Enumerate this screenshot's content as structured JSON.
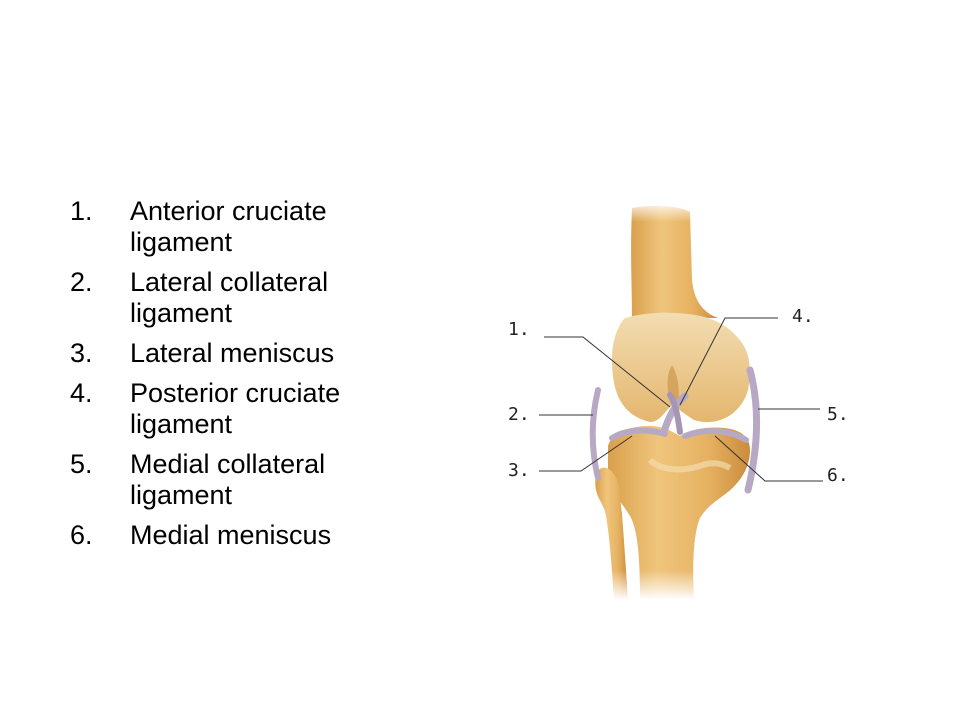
{
  "legend": {
    "items": [
      {
        "number": "1.",
        "text": "Anterior cruciate ligament"
      },
      {
        "number": "2.",
        "text": "Lateral collateral ligament"
      },
      {
        "number": "3.",
        "text": "Lateral meniscus"
      },
      {
        "number": "4.",
        "text": "Posterior cruciate ligament"
      },
      {
        "number": "5.",
        "text": "Medial collateral ligament"
      },
      {
        "number": "6.",
        "text": "Medial meniscus"
      }
    ]
  },
  "diagram": {
    "callouts": [
      "1.",
      "2.",
      "3.",
      "4.",
      "5.",
      "6."
    ],
    "colors": {
      "bone": "#e8b562",
      "bone_light": "#f4dfb4",
      "bone_shadow": "#c98d3c",
      "ligament": "#b7a9c4",
      "leader": "#333333"
    }
  }
}
